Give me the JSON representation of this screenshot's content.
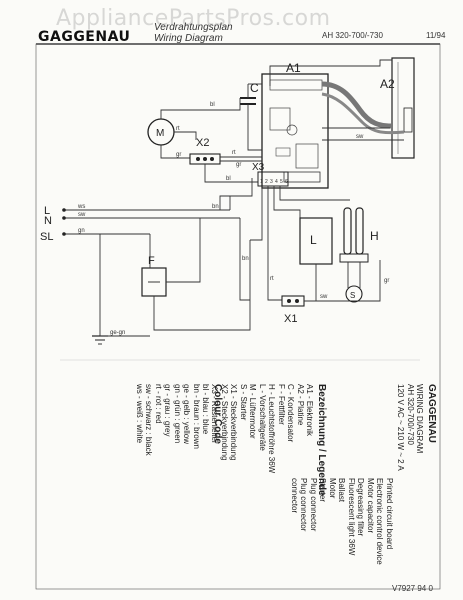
{
  "watermark": "AppliancePartsPros.com",
  "header": {
    "brand": "GAGGENAU",
    "title_de": "Verdrahtungsplan",
    "title_en": "Wiring Diagram",
    "article": "AH 320-700/-730",
    "date": "11/94"
  },
  "footer_code": "V7927 94 0",
  "components": {
    "a1": "A1",
    "a2": "A2",
    "c": "C",
    "m": "M",
    "x2": "X2",
    "x3": "X3",
    "x1": "X1",
    "f": "F",
    "l_choke": "L",
    "h": "H",
    "s": "S"
  },
  "mains": {
    "l": "L",
    "n": "N",
    "sl": "SL"
  },
  "wire_labels": [
    "bl",
    "rt",
    "gr",
    "sw",
    "ws",
    "bn",
    "gn",
    "ge-gn",
    "sw",
    "rt",
    "gr",
    "bl",
    "bn",
    "rt",
    "sw",
    "gr"
  ],
  "terminal_numbers": [
    "1",
    "2",
    "3",
    "4",
    "5",
    "6"
  ],
  "legend_de": {
    "title": "Bezeichnung / Legende",
    "items": [
      "A1 - Elektronik",
      "A2 - Platine",
      "C - Kondensator",
      "F - Fettfilter",
      "H - Leuchtstoffröhre 36W",
      "L - Vorschaltgeräte",
      "M - Lüftermotor",
      "S - Starter",
      "X1 - Steckverbindung",
      "X2 - Steckverbindung",
      "X3 - Rastenleiter"
    ]
  },
  "colour_code": {
    "title": "Colour Code",
    "items": [
      "bl - blau : blue",
      "bn - braun : brown",
      "ge - gelb : yellow",
      "gn - grün : green",
      "gr - grau : grey",
      "rt - rot : red",
      "sw - schwarz : black",
      "ws - weiß : white"
    ]
  },
  "legend_en": {
    "brand": "GAGGENAU",
    "title": "WIRING DIAGRAM",
    "model": "AH 320-700/-730",
    "rating": "120 V AC ~ 210 W ~ 2 A",
    "items": [
      "Printed circuit board",
      "Electronic control device",
      "Motor capacitor",
      "Degreasing filter",
      "Fluorescent light 36W",
      "Ballast",
      "Motor",
      "Starter",
      "Plug connector",
      "Plug connector",
      "connector"
    ]
  },
  "colors": {
    "line": "#2a2a2a",
    "board": "#555555",
    "wire_bundle": "#7a7a7a"
  }
}
